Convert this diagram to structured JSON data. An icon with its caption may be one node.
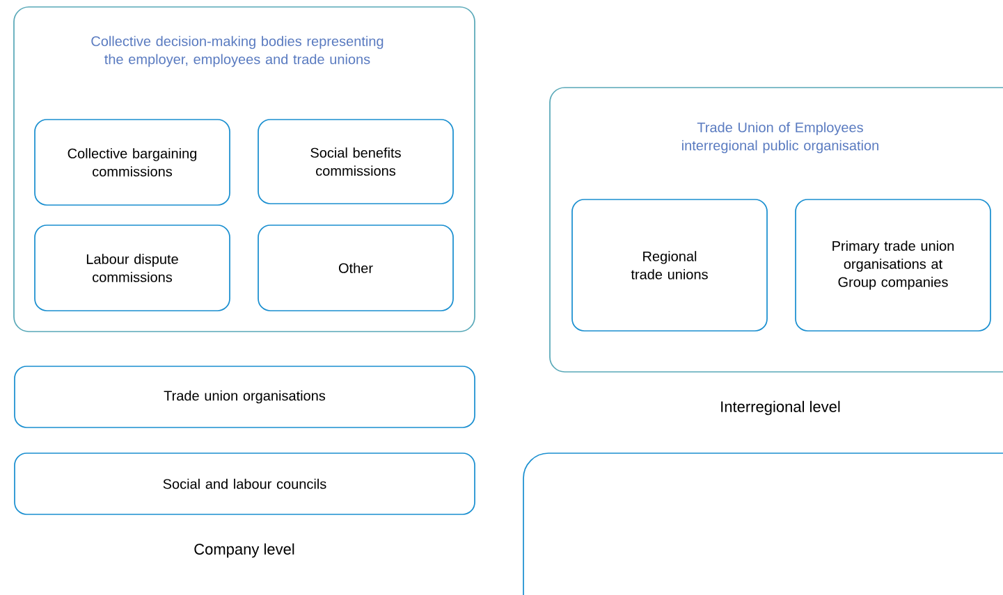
{
  "diagram": {
    "nodes": [
      {
        "text": [
          "Collective decision-making bodies representing the employer, employees and trade unions"
        ]
      },
      {
        "text": [
          "Collective bargaining commissions"
        ],
        "in": 0
      },
      {
        "text": [
          "Social benefits commissions"
        ],
        "in": 0
      },
      {
        "text": [
          "Labour dispute commissions"
        ],
        "in": 0
      },
      {
        "text": [
          "Other"
        ],
        "in": 0
      },
      {
        "text": [
          "Trade union organisations"
        ]
      },
      {
        "text": [
          "Social and labour councils"
        ]
      },
      {
        "text": [
          "Trade Union of Employees interregional public organisation"
        ]
      },
      {
        "text": [
          "Regional trade unions"
        ],
        "in": 7
      },
      {
        "text": [
          "Primary trade union organisations at Group companies"
        ],
        "in": 7
      },
      {
        "text": [],
        "shape": "box"
      }
    ],
    "labels": [
      "Company level",
      "Interregional level"
    ]
  }
}
